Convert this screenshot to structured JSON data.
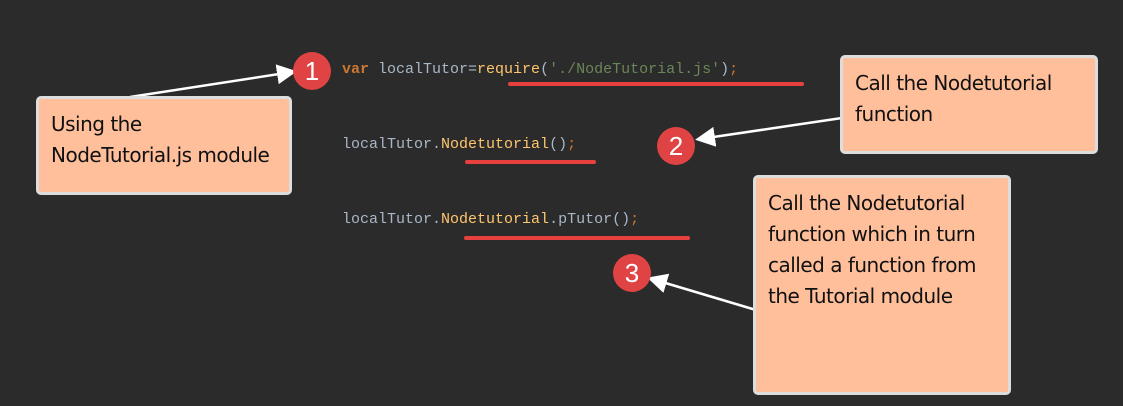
{
  "code": {
    "line1": {
      "kw": "var",
      "ident": " localTutor=",
      "fn": "require",
      "open": "(",
      "str": "'./NodeTutorial.js'",
      "close": ")",
      "semi": ";"
    },
    "line2": {
      "ident": "localTutor.",
      "fn": "Nodetutorial",
      "parens": "()",
      "semi": ";"
    },
    "line3": {
      "ident": "localTutor.",
      "fn": "Nodetutorial",
      "rest": ".pTutor",
      "parens": "()",
      "semi": ";"
    }
  },
  "badges": [
    "1",
    "2",
    "3"
  ],
  "callouts": {
    "c1": "Using the NodeTutorial.js module",
    "c2": "Call the Nodetutorial function",
    "c3": "Call the Nodetutorial function which in turn called a function from the Tutorial module"
  },
  "colors": {
    "background": "#2b2b2b",
    "badge": "#e04343",
    "callout": "#ffbf9b",
    "underline": "#e8403f"
  }
}
